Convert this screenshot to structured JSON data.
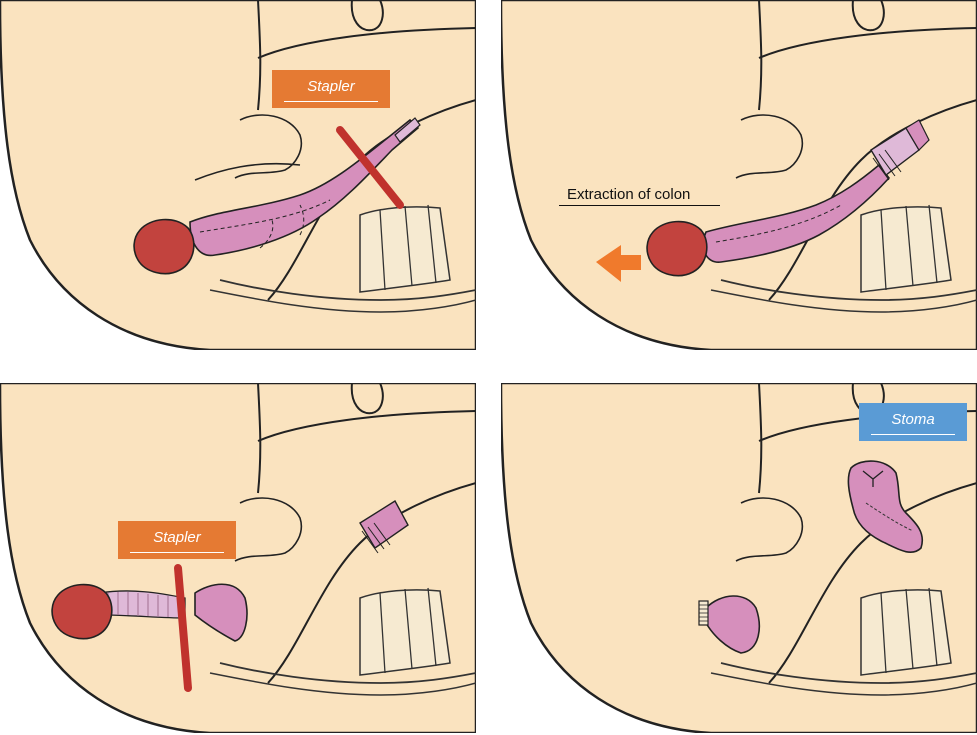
{
  "colors": {
    "skin": "#fae3bf",
    "outline": "#222222",
    "colon": "#d68fbc",
    "colon_light": "#dfb9d8",
    "tumor": "#c2433e",
    "stapler_line": "#c0322d",
    "bone": "#f6ead1",
    "stapler_box": "#e57a33",
    "stoma_box": "#5a9bd5",
    "arrow": "#f07a2c"
  },
  "panels": [
    {
      "label": "Stapler"
    },
    {
      "label": "Extraction of colon"
    },
    {
      "label": "Stapler"
    },
    {
      "label": "Stoma"
    }
  ]
}
